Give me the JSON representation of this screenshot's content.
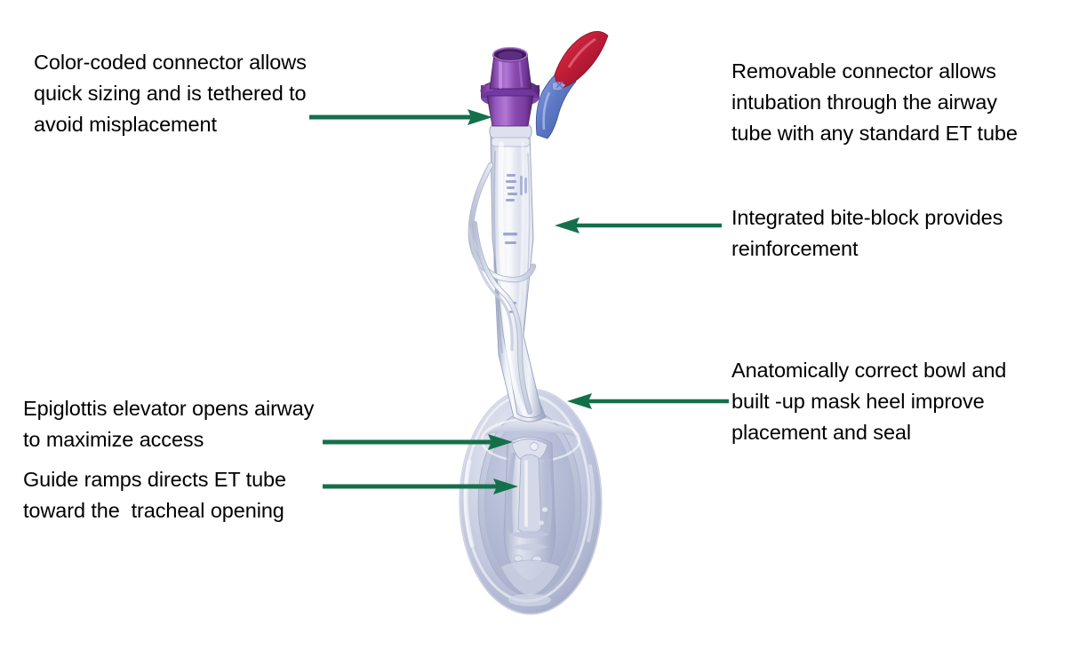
{
  "figure": {
    "subject": "laryngeal-mask-airway-device",
    "background_color": "#ffffff",
    "arrow_color": "#14704a",
    "text_color": "#000000"
  },
  "callouts": {
    "top_left": {
      "text": "Color-coded connector allows\nquick sizing and is tethered to\navoid misplacement",
      "arrow_direction": "right"
    },
    "top_right": {
      "text": "Removable connector allows\nintubation through the airway\ntube with any standard ET tube",
      "arrow_direction": "none"
    },
    "mid_right": {
      "text": "Integrated bite-block provides\nreinforcement",
      "arrow_direction": "left"
    },
    "bottom_right": {
      "text": "Anatomically correct bowl and\nbuilt -up mask heel improve\nplacement and seal",
      "arrow_direction": "left"
    },
    "bottom_left_1": {
      "text": "Epiglottis elevator opens airway\nto maximize access",
      "arrow_direction": "right"
    },
    "bottom_left_2": {
      "text": "Guide ramps directs ET tube\ntoward the  tracheal opening",
      "arrow_direction": "right"
    }
  },
  "device_parts": {
    "connector": {
      "label": "color-coded purple connector",
      "color": "#7b3fa0"
    },
    "pilot_tab": {
      "label": "red pilot tab",
      "color": "#c9223a"
    },
    "pilot_tab_lower": {
      "label": "blue tab base",
      "color": "#5b79c4"
    },
    "airway_tube": {
      "label": "clear airway tube",
      "color": "#ccd3e6"
    },
    "tether_line": {
      "label": "tether line",
      "color": "#dfe4ef"
    },
    "mask_bowl": {
      "label": "anatomically correct mask bowl",
      "color": "#c3c9e0"
    },
    "epiglottis_elevator": {
      "label": "epiglottis elevator bar",
      "color": "#b9c0db"
    },
    "guide_ramps": {
      "label": "guide ramps",
      "color": "#b9c0db"
    }
  }
}
